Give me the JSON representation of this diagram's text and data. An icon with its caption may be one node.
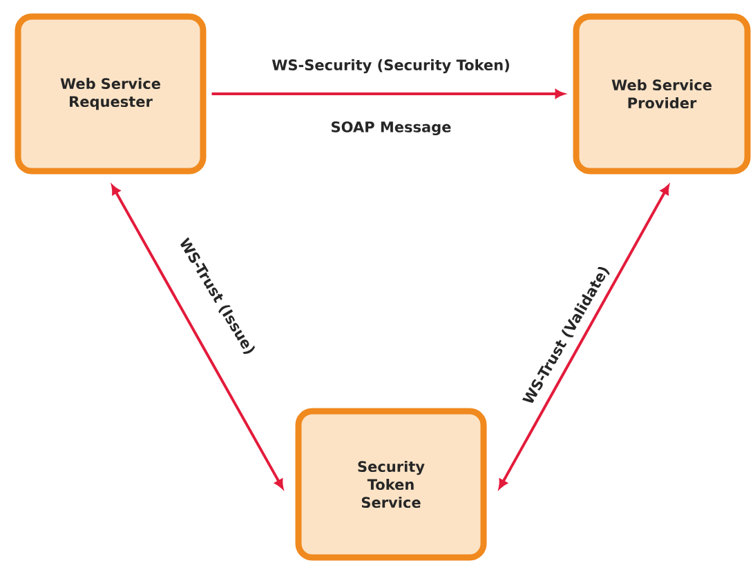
{
  "diagram": {
    "nodes": [
      {
        "text": [
          "Web Service Requester"
        ]
      },
      {
        "text": [
          "Web Service Provider"
        ]
      },
      {
        "text": [
          "Security Token Service"
        ]
      }
    ],
    "edges": [
      {
        "from": 0,
        "to": 1,
        "arrow": "to",
        "label": "WS-Security (Security Token)"
      },
      {
        "from": 0,
        "to": 2,
        "arrow": "both",
        "label": "WS-Trust (Issue)"
      },
      {
        "from": 2,
        "to": 1,
        "arrow": "both",
        "label": "WS-Trust (Validate)"
      }
    ],
    "labels": [
      "SOAP Message"
    ]
  }
}
